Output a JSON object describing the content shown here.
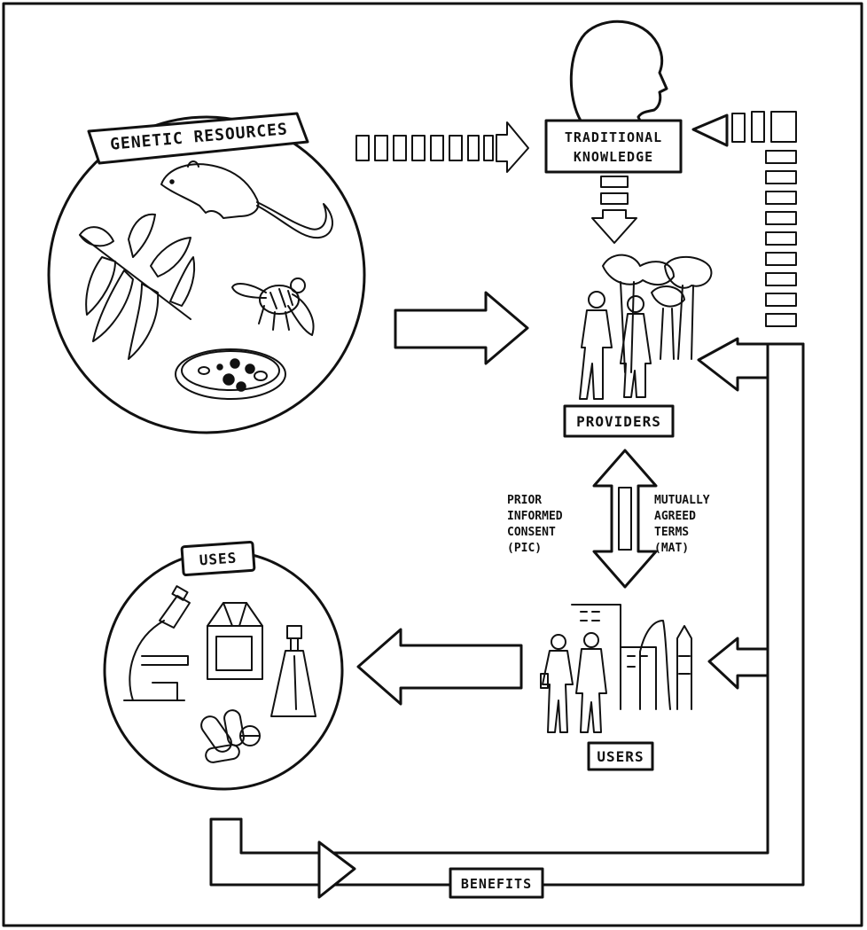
{
  "labels": {
    "genetic_resources": "GENETIC RESOURCES",
    "traditional_knowledge_line1": "TRADITIONAL",
    "traditional_knowledge_line2": "KNOWLEDGE",
    "providers": "PROVIDERS",
    "uses": "USES",
    "users": "USERS",
    "benefits": "BENEFITS"
  },
  "notes": {
    "pic_lines": [
      "PRIOR",
      "INFORMED",
      "CONSENT",
      "(PIC)"
    ],
    "mat_lines": [
      "MUTUALLY",
      "AGREED",
      "TERMS",
      "(MAT)"
    ]
  },
  "icons": [
    "rat-icon",
    "leaf-icon",
    "bee-icon",
    "petri-dish-icon",
    "human-head-icon",
    "trees-icon",
    "people-icon",
    "microscope-icon",
    "milk-carton-icon",
    "spray-bottle-icon",
    "pills-icon",
    "city-buildings-icon"
  ]
}
